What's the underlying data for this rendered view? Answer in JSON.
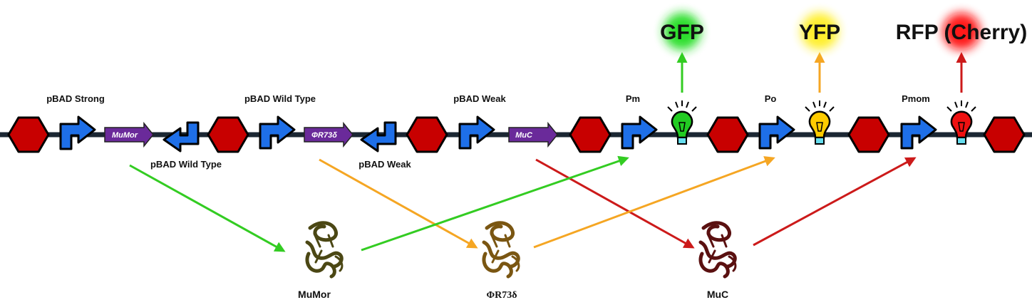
{
  "colors": {
    "terminator": "#c80000",
    "promoter": "#1e6fe8",
    "cds": "#6a2a9a",
    "green": "#22cc22",
    "yellow": "#ffcc00",
    "red": "#ee1111",
    "arrow_green": "#33cc22",
    "arrow_orange": "#f5a623",
    "arrow_red": "#cc1a1a",
    "protein_olive": "#4b4714",
    "protein_brown": "#7a5612",
    "protein_maroon": "#5a1010"
  },
  "promoters": {
    "p1": "pBAD Strong",
    "p2": "pBAD Wild Type",
    "p3": "pBAD Wild Type",
    "p4": "pBAD Weak",
    "p5": "pBAD Weak",
    "pm": "Pm",
    "po": "Po",
    "pmom": "Pmom"
  },
  "cds": {
    "c1": "MuMor",
    "c2": "ΦR73δ",
    "c3": "MuC"
  },
  "reporters": {
    "gfp": {
      "label": "GFP",
      "color": "green"
    },
    "yfp": {
      "label": "YFP",
      "color": "yellow"
    },
    "rfp": {
      "label": "RFP (Cherry)",
      "color": "red"
    }
  },
  "proteins": {
    "mumor": "MuMor",
    "phi": "ΦR73δ",
    "muc": "MuC"
  }
}
